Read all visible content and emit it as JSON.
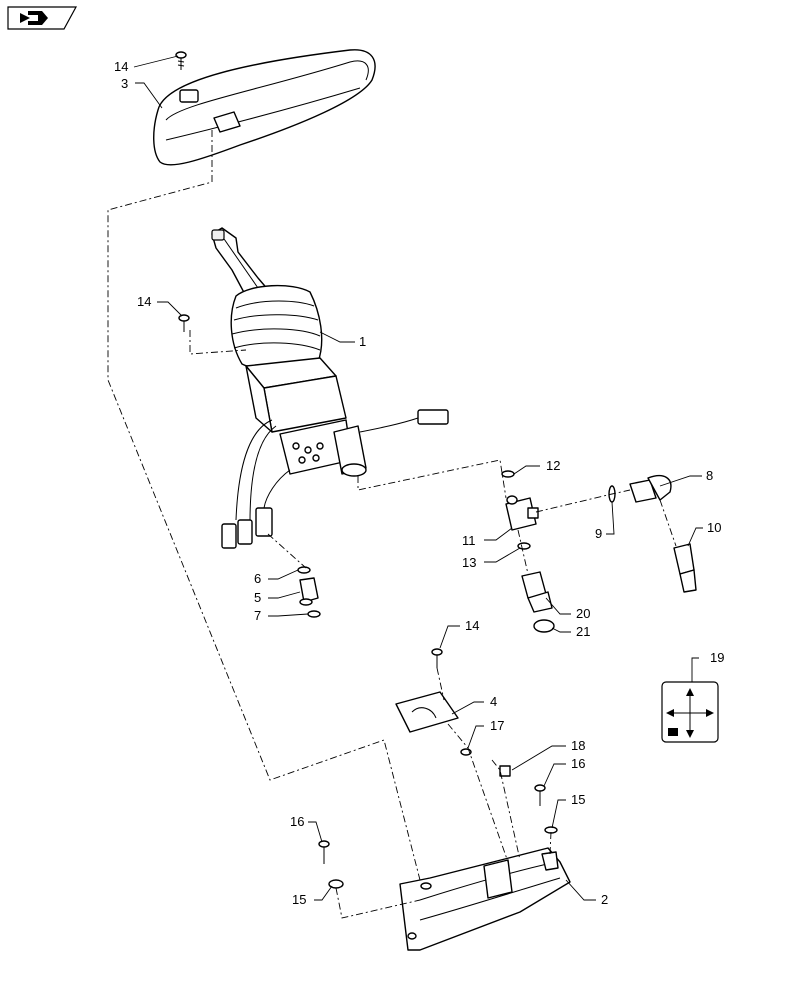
{
  "callouts": [
    {
      "id": "c14a",
      "label": "14"
    },
    {
      "id": "c3",
      "label": "3"
    },
    {
      "id": "c14b",
      "label": "14"
    },
    {
      "id": "c1",
      "label": "1"
    },
    {
      "id": "c12",
      "label": "12"
    },
    {
      "id": "c8",
      "label": "8"
    },
    {
      "id": "c9",
      "label": "9"
    },
    {
      "id": "c10",
      "label": "10"
    },
    {
      "id": "c11",
      "label": "11"
    },
    {
      "id": "c13",
      "label": "13"
    },
    {
      "id": "c6",
      "label": "6"
    },
    {
      "id": "c5",
      "label": "5"
    },
    {
      "id": "c7",
      "label": "7"
    },
    {
      "id": "c20",
      "label": "20"
    },
    {
      "id": "c21",
      "label": "21"
    },
    {
      "id": "c14c",
      "label": "14"
    },
    {
      "id": "c19",
      "label": "19"
    },
    {
      "id": "c4",
      "label": "4"
    },
    {
      "id": "c17",
      "label": "17"
    },
    {
      "id": "c18",
      "label": "18"
    },
    {
      "id": "c16a",
      "label": "16"
    },
    {
      "id": "c15a",
      "label": "15"
    },
    {
      "id": "c16b",
      "label": "16"
    },
    {
      "id": "c15b",
      "label": "15"
    },
    {
      "id": "c2",
      "label": "2"
    }
  ],
  "icons": {
    "nav": "next-page-arrow-icon",
    "decal": "joystick-pattern-decal-icon"
  }
}
